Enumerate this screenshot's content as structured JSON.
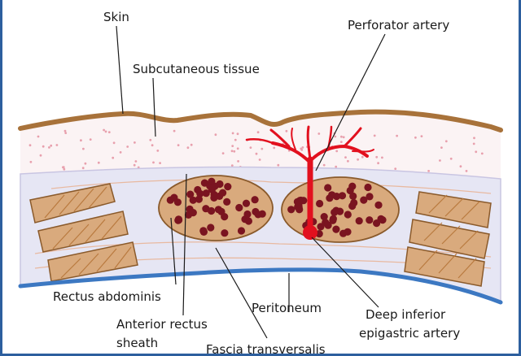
{
  "labels": {
    "skin": "Skin",
    "subcutaneous": "Subcutaneous tissue",
    "perforator": "Perforator artery",
    "rectus_abdominis": "Rectus abdominis",
    "anterior_sheath_line1": "Anterior rectus",
    "anterior_sheath_line2": "sheath",
    "fascia": "Fascia transversalis",
    "peritoneum": "Peritoneum",
    "deep_inferior_line1": "Deep inferior",
    "deep_inferior_line2": "epigastric artery"
  },
  "colors": {
    "frame": "#2d5f9e",
    "skin": "#a8723a",
    "subcutaneous": "#fbf3f4",
    "dots": "#e8a0ad",
    "sheath": "#e6e6f4",
    "muscle": "#d9aa7d",
    "muscle_stroke": "#8a5a2b",
    "muscle_fiber": "#b97a3f",
    "muscle_dot": "#7a1420",
    "artery": "#e2101e",
    "peritoneum": "#3c78c2",
    "fascia_line": "#e8b9a0"
  }
}
